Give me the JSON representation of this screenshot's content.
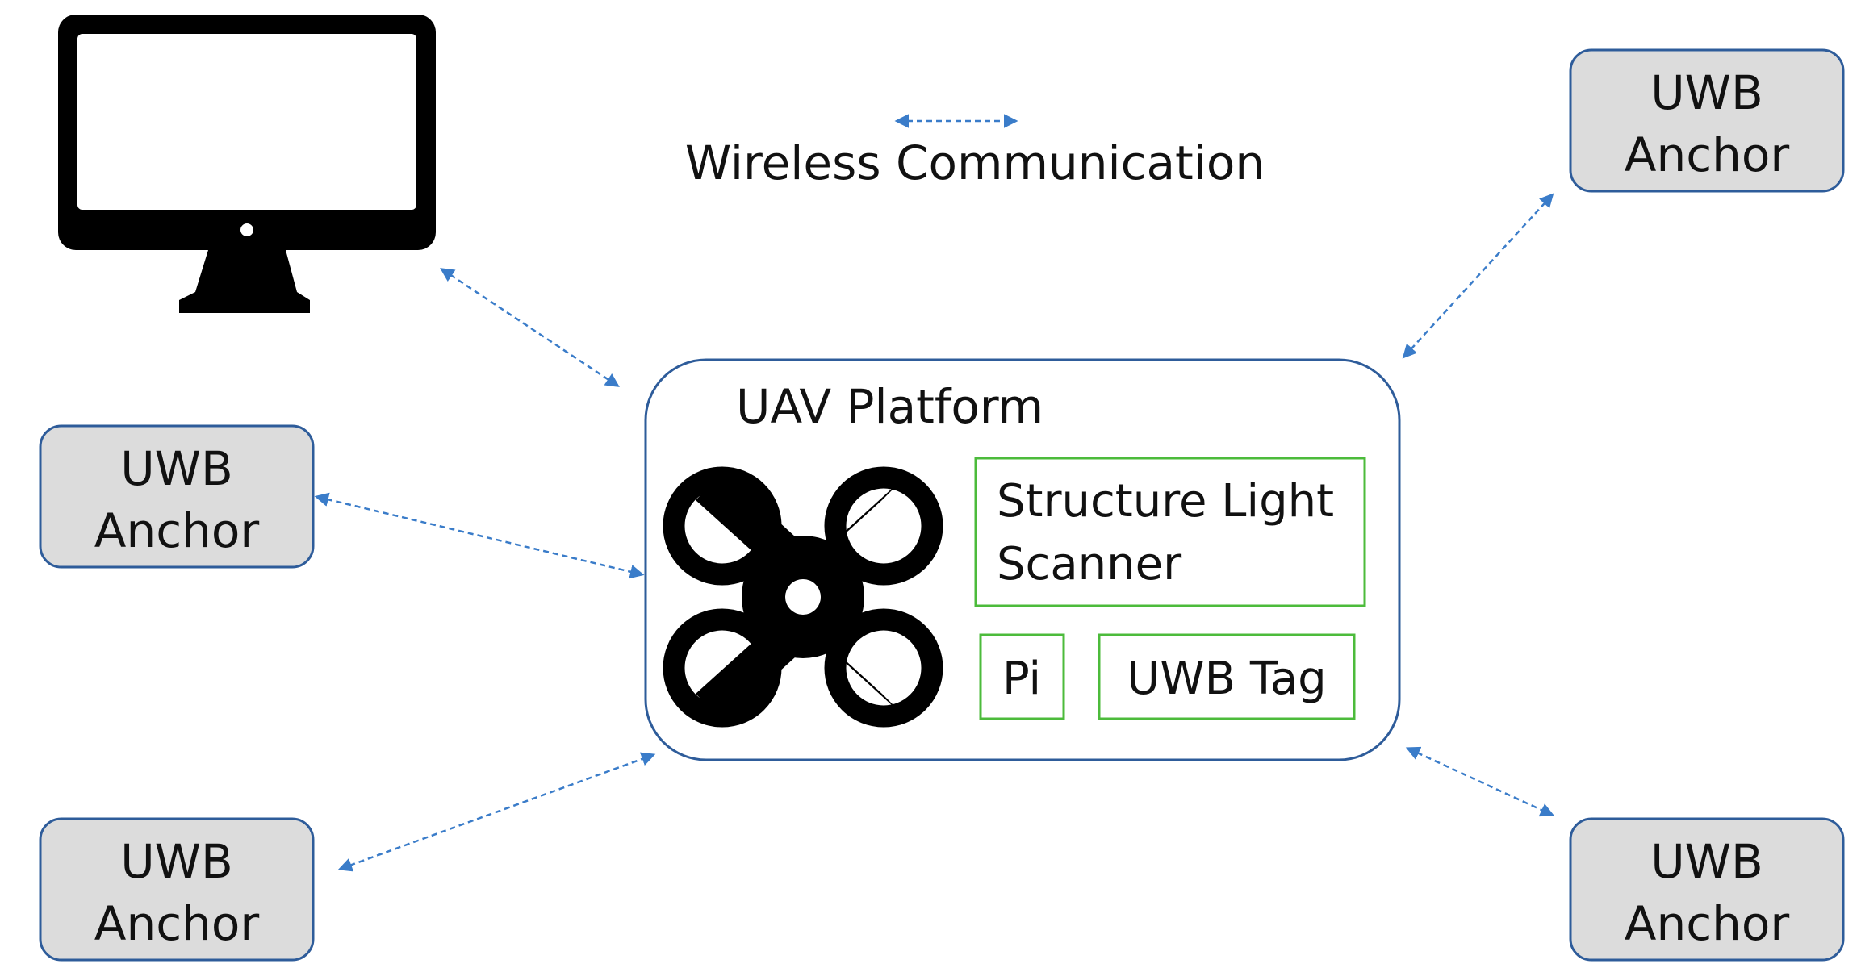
{
  "colors": {
    "arrow": "#3a7cc9",
    "anchor_fill": "#dcdcdc",
    "box_border": "#2e5c9a",
    "component_border": "#4cbb3b",
    "icon": "#000000"
  },
  "legend": {
    "label": "Wireless Communication",
    "icon": "dashed-double-arrow-icon"
  },
  "computer": {
    "icon": "monitor-icon"
  },
  "platform": {
    "title": "UAV Platform",
    "icon": "drone-icon",
    "scanner_line1": "Structure Light",
    "scanner_line2": "Scanner",
    "pi": "Pi",
    "tag": "UWB Tag"
  },
  "anchors": {
    "top_right": {
      "line1": "UWB",
      "line2": "Anchor"
    },
    "mid_left": {
      "line1": "UWB",
      "line2": "Anchor"
    },
    "bottom_left": {
      "line1": "UWB",
      "line2": "Anchor"
    },
    "bottom_right": {
      "line1": "UWB",
      "line2": "Anchor"
    }
  }
}
